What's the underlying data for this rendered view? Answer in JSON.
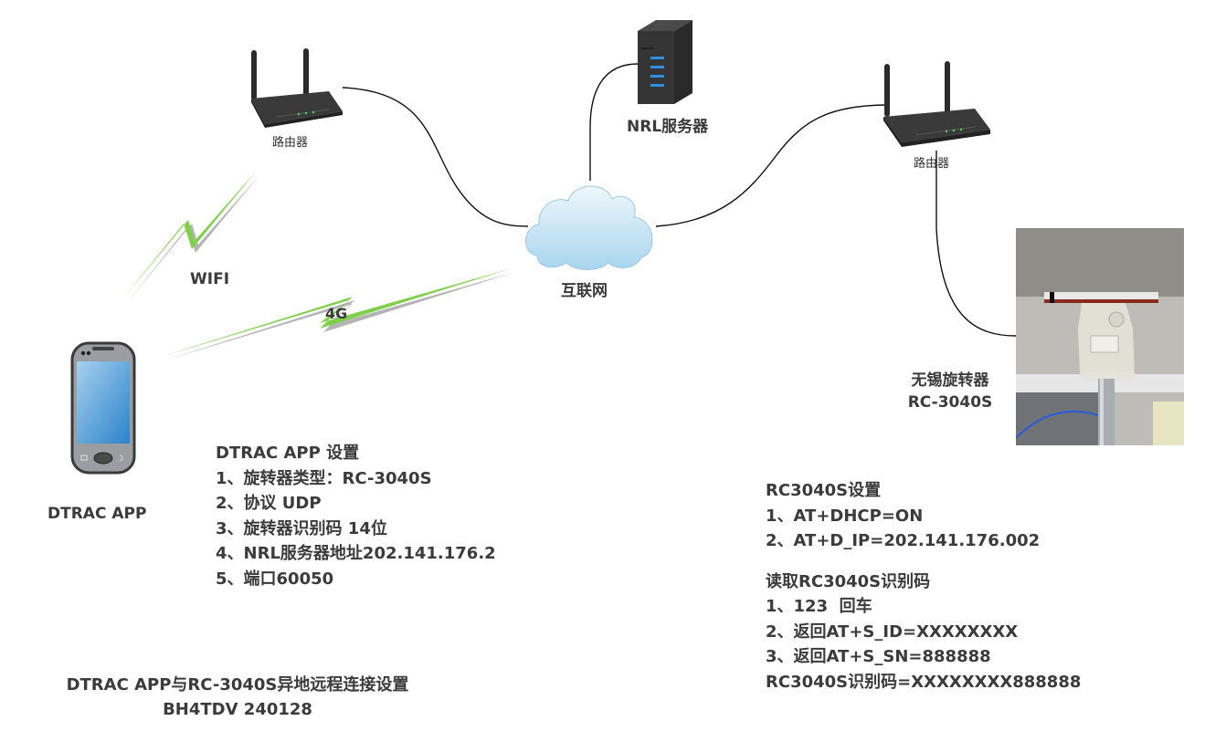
{
  "diagram": {
    "nodes": {
      "router_left": {
        "label": "路由器",
        "icon": "router-icon"
      },
      "router_right": {
        "label": "路由器",
        "icon": "router-icon"
      },
      "server": {
        "label": "NRL服务器",
        "icon": "server-icon"
      },
      "internet": {
        "label": "互联网",
        "icon": "cloud-icon"
      },
      "phone": {
        "label": "DTRAC APP",
        "icon": "smartphone-icon"
      },
      "rotator": {
        "label_line1": "无锡旋转器",
        "label_line2": "RC-3040S",
        "icon": "rotator-photo"
      }
    },
    "links": [
      {
        "from": "router_left",
        "to": "internet",
        "type": "cable"
      },
      {
        "from": "server",
        "to": "internet",
        "type": "cable"
      },
      {
        "from": "internet",
        "to": "router_right",
        "type": "cable"
      },
      {
        "from": "router_right",
        "to": "rotator",
        "type": "cable"
      },
      {
        "from": "phone",
        "to": "router_left",
        "type": "wireless",
        "label": "WIFI"
      },
      {
        "from": "phone",
        "to": "internet",
        "type": "wireless",
        "label": "4G"
      }
    ],
    "colors": {
      "lightning": "#7ed04b",
      "lightning_shadow": "#b4b4b4",
      "text": "#3b3b3b",
      "cloud": "#bfe0f2",
      "server_led": "#2f8fe0"
    }
  },
  "app_settings": {
    "title": "DTRAC APP 设置",
    "lines": [
      "1、旋转器类型：RC-3040S",
      "2、协议 UDP",
      "3、旋转器识别码 14位",
      "4、NRL服务器地址202.141.176.2",
      "5、端口60050"
    ]
  },
  "rc_settings": {
    "title": "RC3040S设置",
    "lines": [
      "1、AT+DHCP=ON",
      "2、AT+D_IP=202.141.176.002"
    ]
  },
  "read_id": {
    "title": "读取RC3040S识别码",
    "lines": [
      "1、123  回车",
      "2、返回AT+S_ID=XXXXXXXX",
      "3、返回AT+S_SN=888888",
      "RC3040S识别码=XXXXXXXX888888"
    ]
  },
  "footer": {
    "title": "DTRAC APP与RC-3040S异地远程连接设置",
    "author": "BH4TDV 240128"
  }
}
